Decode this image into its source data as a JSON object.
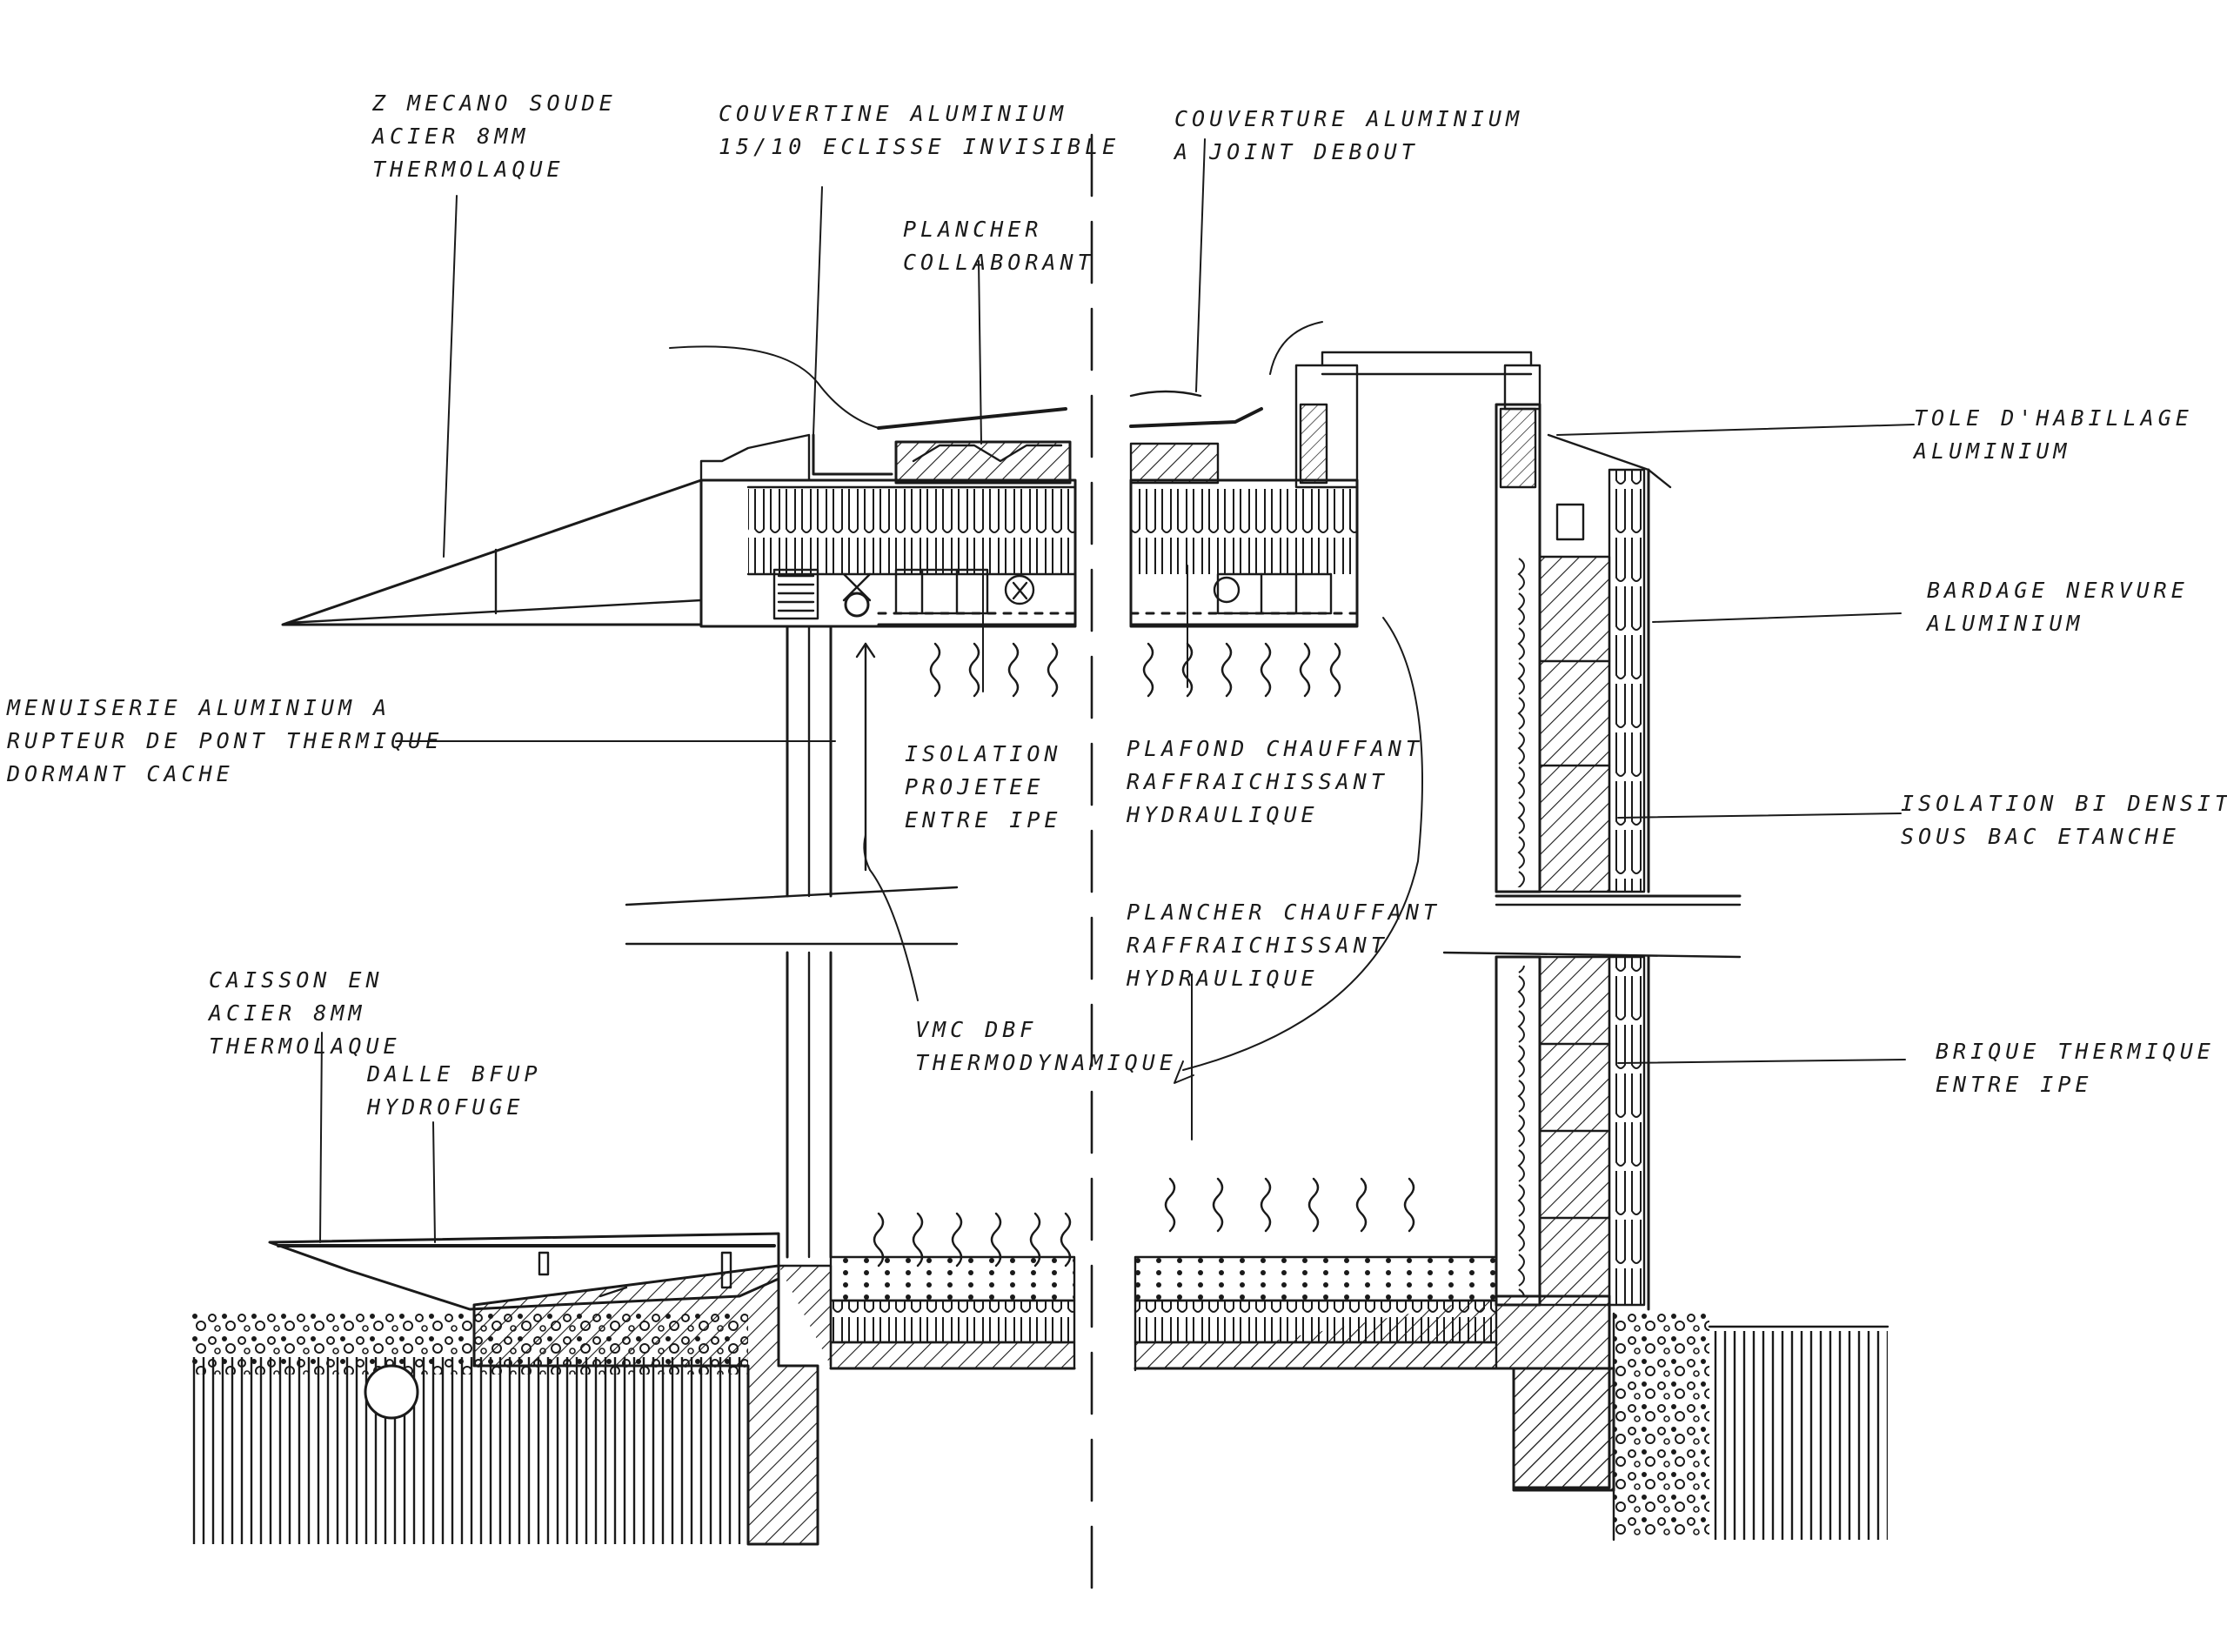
{
  "drawing": {
    "ink_color": "#1a1a1a",
    "paper_color": "#ffffff"
  },
  "labels": {
    "z_mecano": [
      "Z MECANO SOUDE",
      "ACIER 8MM",
      "THERMOLAQUE"
    ],
    "couvertine": [
      "COUVERTINE ALUMINIUM",
      "15/10 ECLISSE INVISIBLE"
    ],
    "plancher_collaborant": [
      "PLANCHER",
      "COLLABORANT"
    ],
    "couverture": [
      "COUVERTURE ALUMINIUM",
      "A JOINT DEBOUT"
    ],
    "tole_habillage": [
      "TOLE D'HABILLAGE",
      "ALUMINIUM"
    ],
    "bardage": [
      "BARDAGE NERVURE",
      "ALUMINIUM"
    ],
    "menuiserie": [
      "MENUISERIE ALUMINIUM A",
      "RUPTEUR DE PONT THERMIQUE",
      "DORMANT CACHE"
    ],
    "isolation_projetee": [
      "ISOLATION",
      "PROJETEE",
      "ENTRE IPE"
    ],
    "plafond_chauffant": [
      "PLAFOND CHAUFFANT",
      "RAFFRAICHISSANT",
      "HYDRAULIQUE"
    ],
    "isolation_bidensite": [
      "ISOLATION BI DENSITE",
      "SOUS BAC ETANCHE"
    ],
    "plancher_chauffant": [
      "PLANCHER CHAUFFANT",
      "RAFFRAICHISSANT",
      "HYDRAULIQUE"
    ],
    "caisson": [
      "CAISSON EN",
      "ACIER 8MM",
      "THERMOLAQUE"
    ],
    "dalle_bfup": [
      "DALLE BFUP",
      "HYDROFUGE"
    ],
    "vmc": [
      "VMC DBF",
      "THERMODYNAMIQUE"
    ],
    "brique": [
      "BRIQUE THERMIQUE",
      "ENTRE IPE"
    ]
  }
}
